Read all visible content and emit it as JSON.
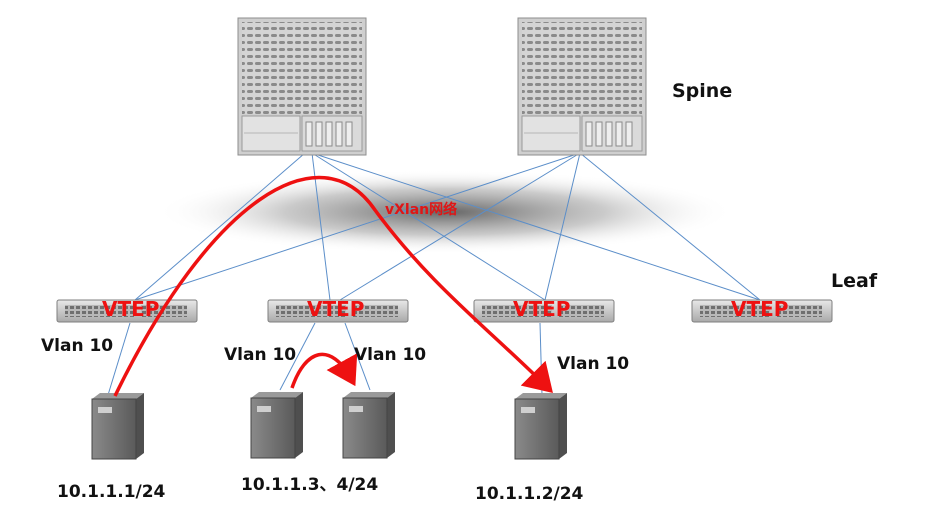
{
  "labels": {
    "spine": "Spine",
    "leaf": "Leaf",
    "overlay": "vXlan网络"
  },
  "leaves": [
    {
      "vtep": "VTEP"
    },
    {
      "vtep": "VTEP"
    },
    {
      "vtep": "VTEP"
    },
    {
      "vtep": "VTEP"
    }
  ],
  "vlan_labels": [
    "Vlan 10",
    "Vlan 10",
    "Vlan 10",
    "Vlan 10"
  ],
  "host_ips": [
    "10.1.1.1/24",
    "10.1.1.3、4/24",
    "10.1.1.2/24"
  ],
  "colors": {
    "link": "#5b8ec9",
    "traffic": "#ee1111",
    "device": "#c9c9c9",
    "server": "#6e6e6e"
  }
}
